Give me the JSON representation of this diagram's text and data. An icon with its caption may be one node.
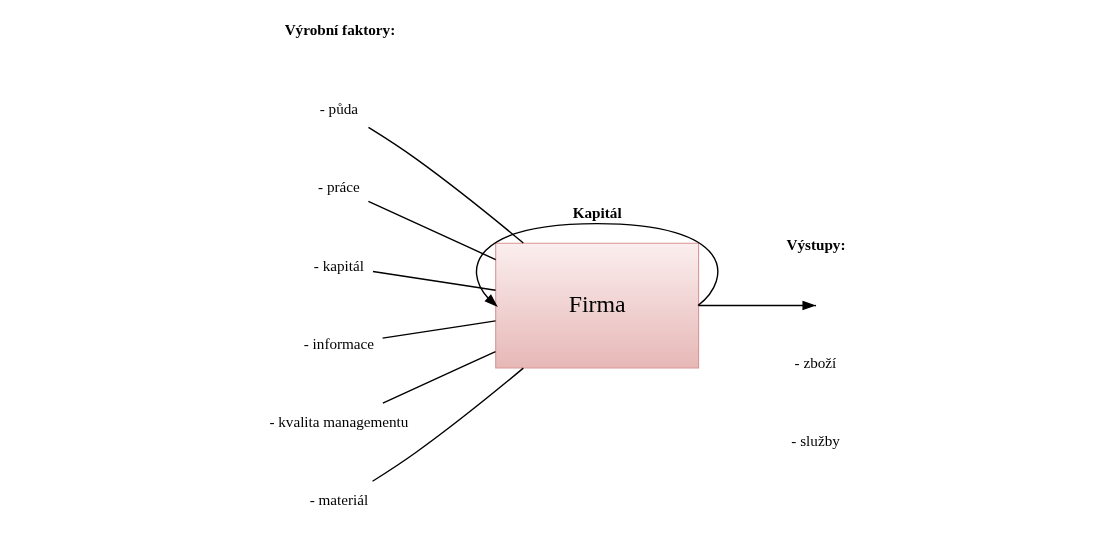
{
  "diagram": {
    "nodes": [
      {
        "text": [
          "- půda"
        ]
      },
      {
        "text": [
          "- práce"
        ]
      },
      {
        "text": [
          "- kapitál"
        ]
      },
      {
        "text": [
          "- informace"
        ]
      },
      {
        "text": [
          "- kvalita managementu"
        ]
      },
      {
        "text": [
          "- materiál"
        ]
      },
      {
        "text": [
          "Firma"
        ]
      }
    ],
    "edges": [
      {
        "from": 0,
        "to": 6,
        "arrow": "none"
      },
      {
        "from": 1,
        "to": 6,
        "arrow": "none"
      },
      {
        "from": 2,
        "to": 6,
        "arrow": "none"
      },
      {
        "from": 3,
        "to": 6,
        "arrow": "none"
      },
      {
        "from": 4,
        "to": 6,
        "arrow": "none"
      },
      {
        "from": 5,
        "to": 6,
        "arrow": "none"
      },
      {
        "from": 6,
        "to": null,
        "arrow": "to"
      },
      {
        "from": 6,
        "to": 6,
        "arrow": "to",
        "label": "Kapitál"
      }
    ],
    "labels": [
      "Výrobní faktory:",
      "Výstupy:",
      "- zboží",
      "- služby"
    ]
  }
}
